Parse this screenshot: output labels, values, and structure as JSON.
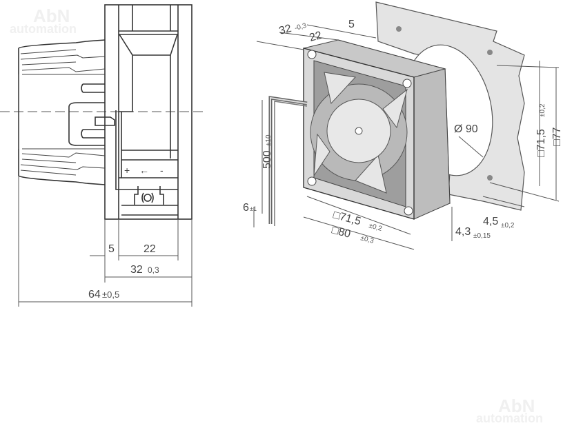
{
  "watermark": {
    "brand": "AbN",
    "sub": "automation"
  },
  "side_view": {
    "polarity_symbols": {
      "plus": "+",
      "arrow": "←",
      "minus": "-"
    },
    "dimensions": {
      "d5": "5",
      "d22": "22",
      "d32": "32",
      "d32_tol": "0,3",
      "d64": "64",
      "d64_tol": "±0,5"
    }
  },
  "iso_view": {
    "dimensions": {
      "depth": "32",
      "depth_tol": "-0,3",
      "d22": "22",
      "d5": "5",
      "cable": "500",
      "cable_tol": "±10",
      "strip": "6",
      "strip_tol": "±1",
      "hole_pitch": "□71,5",
      "hole_pitch_tol": "±0,2",
      "frame": "□80",
      "frame_tol": "±0,3",
      "hole_dia": "4,3",
      "hole_dia_tol": "±0,15",
      "cutout": "Ø 90",
      "panel_pitch": "□71,5",
      "panel_pitch_tol": "±0,2",
      "panel_size": "□77",
      "panel_hole": "4,5",
      "panel_hole_tol": "±0,2"
    }
  }
}
